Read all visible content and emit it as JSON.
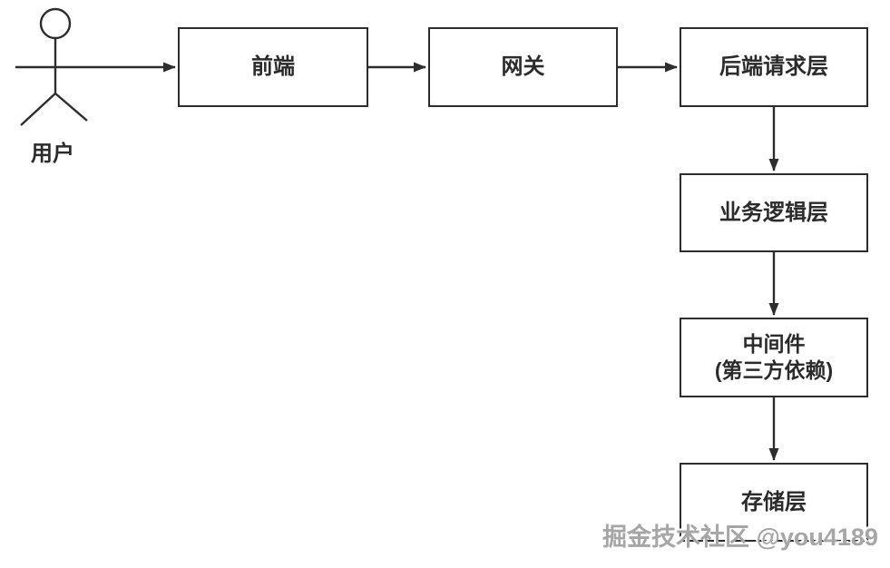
{
  "diagram": {
    "actor": {
      "label": "用户"
    },
    "nodes": [
      {
        "id": "frontend",
        "label": "前端"
      },
      {
        "id": "gateway",
        "label": "网关"
      },
      {
        "id": "backend-request",
        "label": "后端请求层"
      },
      {
        "id": "business-logic",
        "label": "业务逻辑层"
      },
      {
        "id": "middleware",
        "label": "中间件",
        "sublabel": "(第三方依赖)"
      },
      {
        "id": "storage",
        "label": "存储层"
      }
    ],
    "edges": [
      {
        "from": "用户",
        "to": "前端"
      },
      {
        "from": "前端",
        "to": "网关"
      },
      {
        "from": "网关",
        "to": "后端请求层"
      },
      {
        "from": "后端请求层",
        "to": "业务逻辑层"
      },
      {
        "from": "业务逻辑层",
        "to": "中间件(第三方依赖)"
      },
      {
        "from": "中间件(第三方依赖)",
        "to": "存储层"
      }
    ],
    "colors": {
      "background": "#ffffff",
      "line": "#2d2d2d",
      "box_border": "#2d2d2d",
      "box_fill": "#ffffff",
      "text": "#2b2b2b",
      "watermark": "#a6a6a6"
    }
  },
  "watermark": {
    "text": "掘金技术社区 @you4189"
  }
}
